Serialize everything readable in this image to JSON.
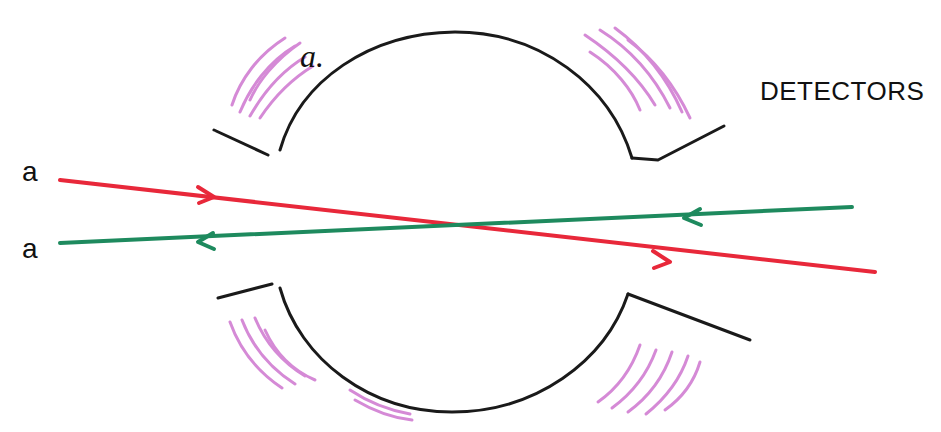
{
  "diagram": {
    "labels": [
      "a.",
      "a",
      "a",
      "DETECTORS"
    ]
  }
}
